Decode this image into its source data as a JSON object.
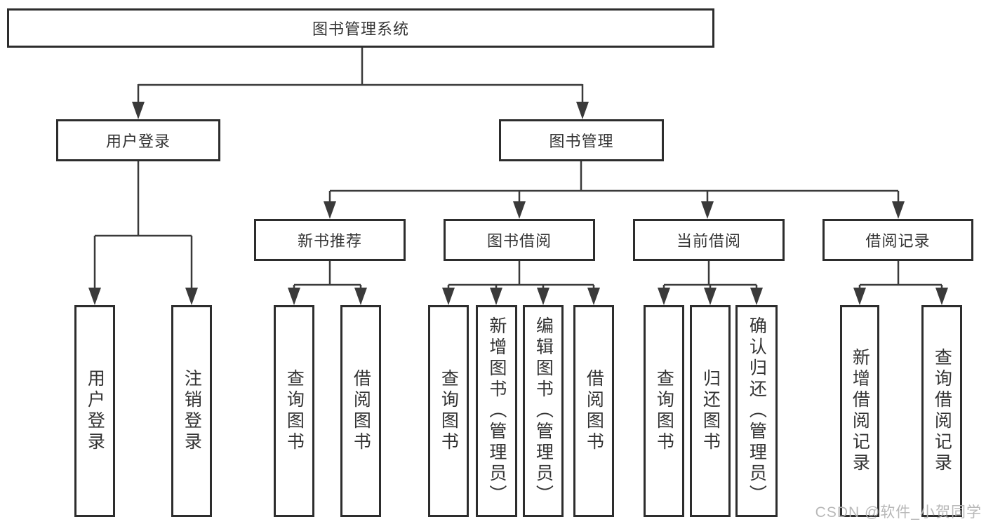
{
  "colors": {
    "background": "#ffffff",
    "line": "#3a3a3a",
    "border": "#2d2d2d",
    "text": "#333333",
    "watermark": "#b3b3b3"
  },
  "watermark": "CSDN @软件_小贺同学",
  "tree": {
    "root": "图书管理系统",
    "branches": [
      {
        "label": "用户登录",
        "children": [
          "用户登录",
          "注销登录"
        ]
      },
      {
        "label": "图书管理",
        "groups": [
          {
            "label": "新书推荐",
            "children": [
              "查询图书",
              "借阅图书"
            ]
          },
          {
            "label": "图书借阅",
            "children": [
              "查询图书",
              "新增图书（管理员）",
              "编辑图书（管理员）",
              "借阅图书"
            ]
          },
          {
            "label": "当前借阅",
            "children": [
              "查询图书",
              "归还图书",
              "确认归还（管理员）"
            ]
          },
          {
            "label": "借阅记录",
            "children": [
              "新增借阅记录",
              "查询借阅记录"
            ]
          }
        ]
      }
    ]
  }
}
